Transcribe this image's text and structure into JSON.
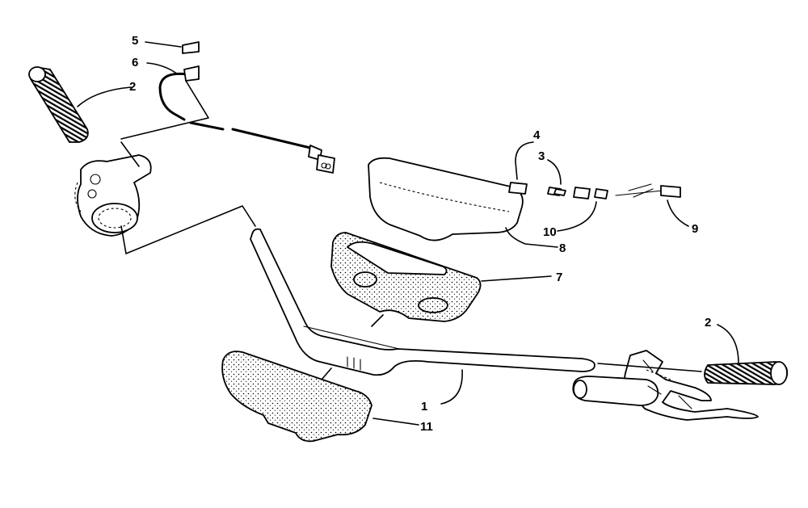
{
  "diagram": {
    "callouts": {
      "c1": "1",
      "c2_left": "2",
      "c2_right": "2",
      "c3": "3",
      "c4": "4",
      "c5": "5",
      "c6": "6",
      "c7": "7",
      "c8": "8",
      "c9": "9",
      "c10": "10",
      "c11": "11"
    }
  }
}
